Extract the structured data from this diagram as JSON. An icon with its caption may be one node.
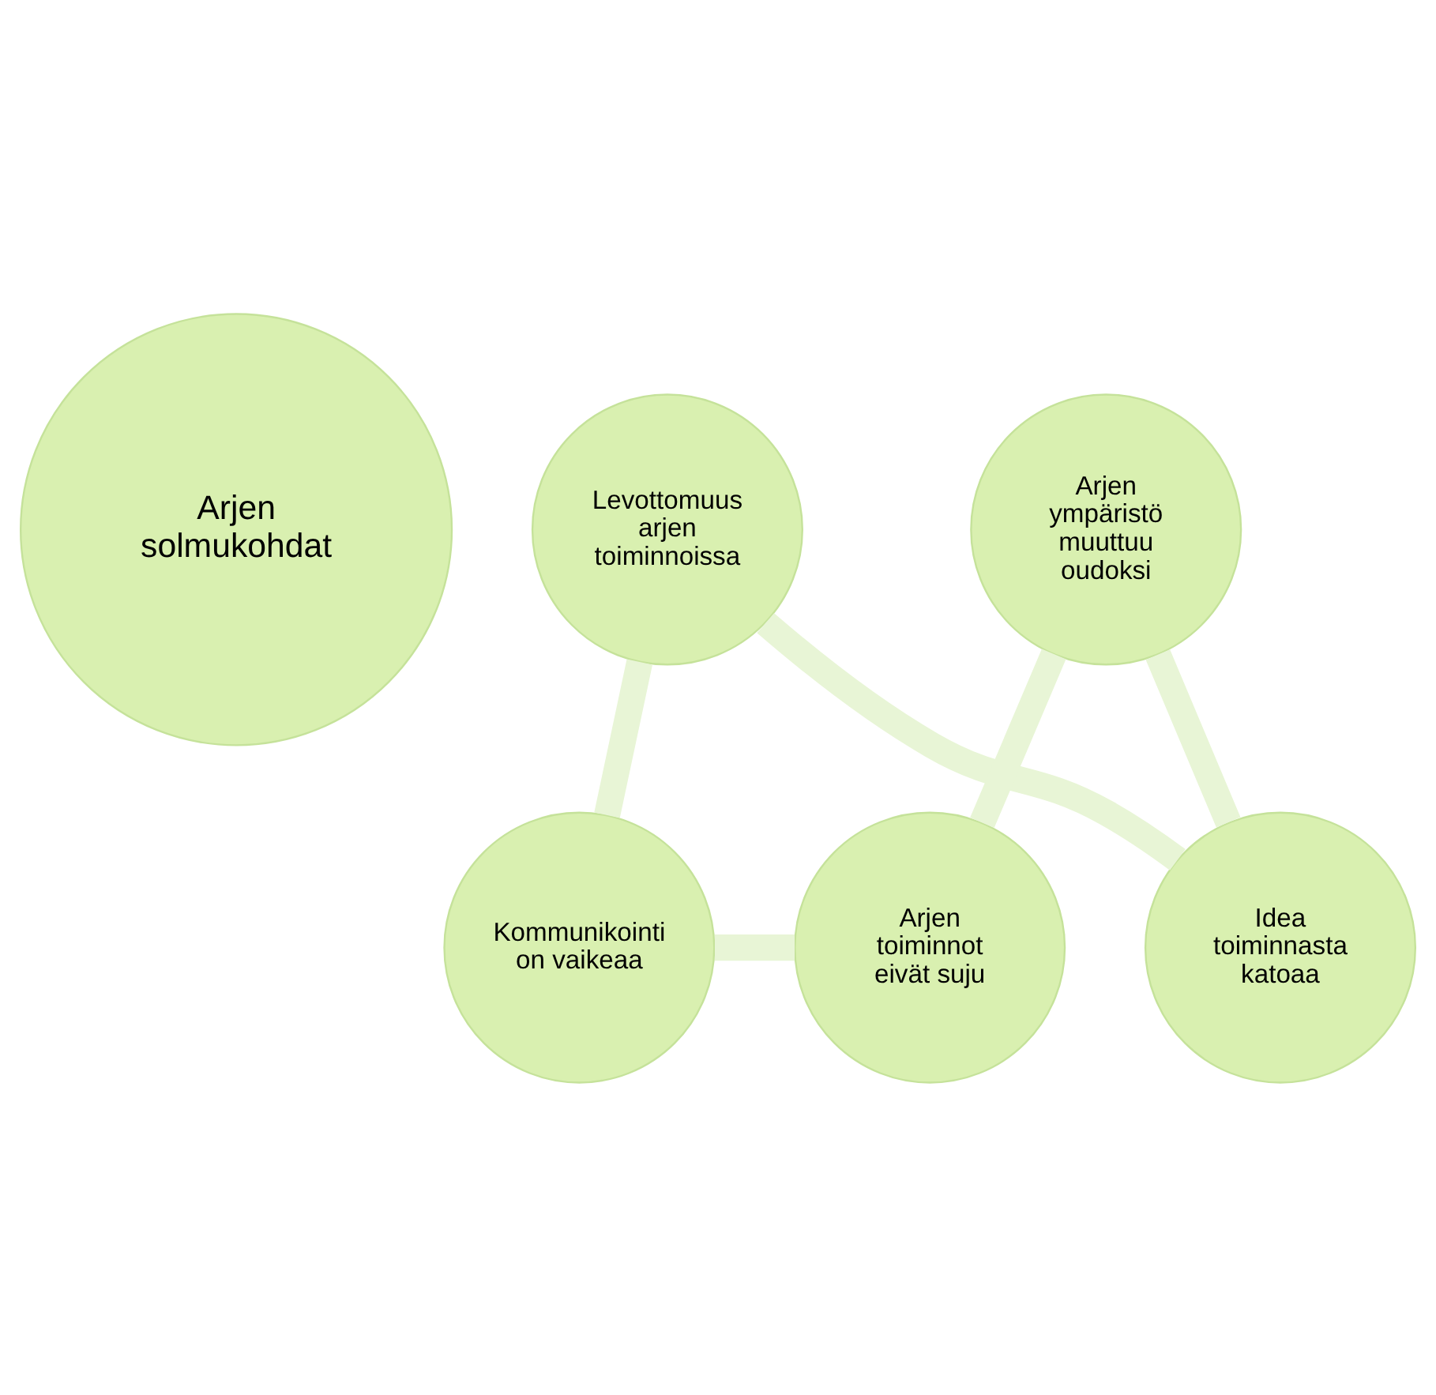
{
  "diagram": {
    "nodes": [
      {
        "text": [
          "Arjen solmukohdat"
        ]
      },
      {
        "text": [
          "Idea toiminnasta katoaa"
        ]
      },
      {
        "text": [
          "Levottomuus arjen toiminnoissa"
        ]
      },
      {
        "text": [
          "Kommunikointi on vaikeaa"
        ]
      },
      {
        "text": [
          "Arjen toiminnot eivät suju"
        ]
      },
      {
        "text": [
          "Arjen ympäristö muuttuu oudoksi"
        ]
      }
    ],
    "edges": [
      {
        "from": 1,
        "to": 2,
        "arrow": "none"
      },
      {
        "from": 2,
        "to": 3,
        "arrow": "none"
      },
      {
        "from": 3,
        "to": 4,
        "arrow": "none"
      },
      {
        "from": 4,
        "to": 5,
        "arrow": "none"
      },
      {
        "from": 5,
        "to": 1,
        "arrow": "none"
      }
    ]
  }
}
